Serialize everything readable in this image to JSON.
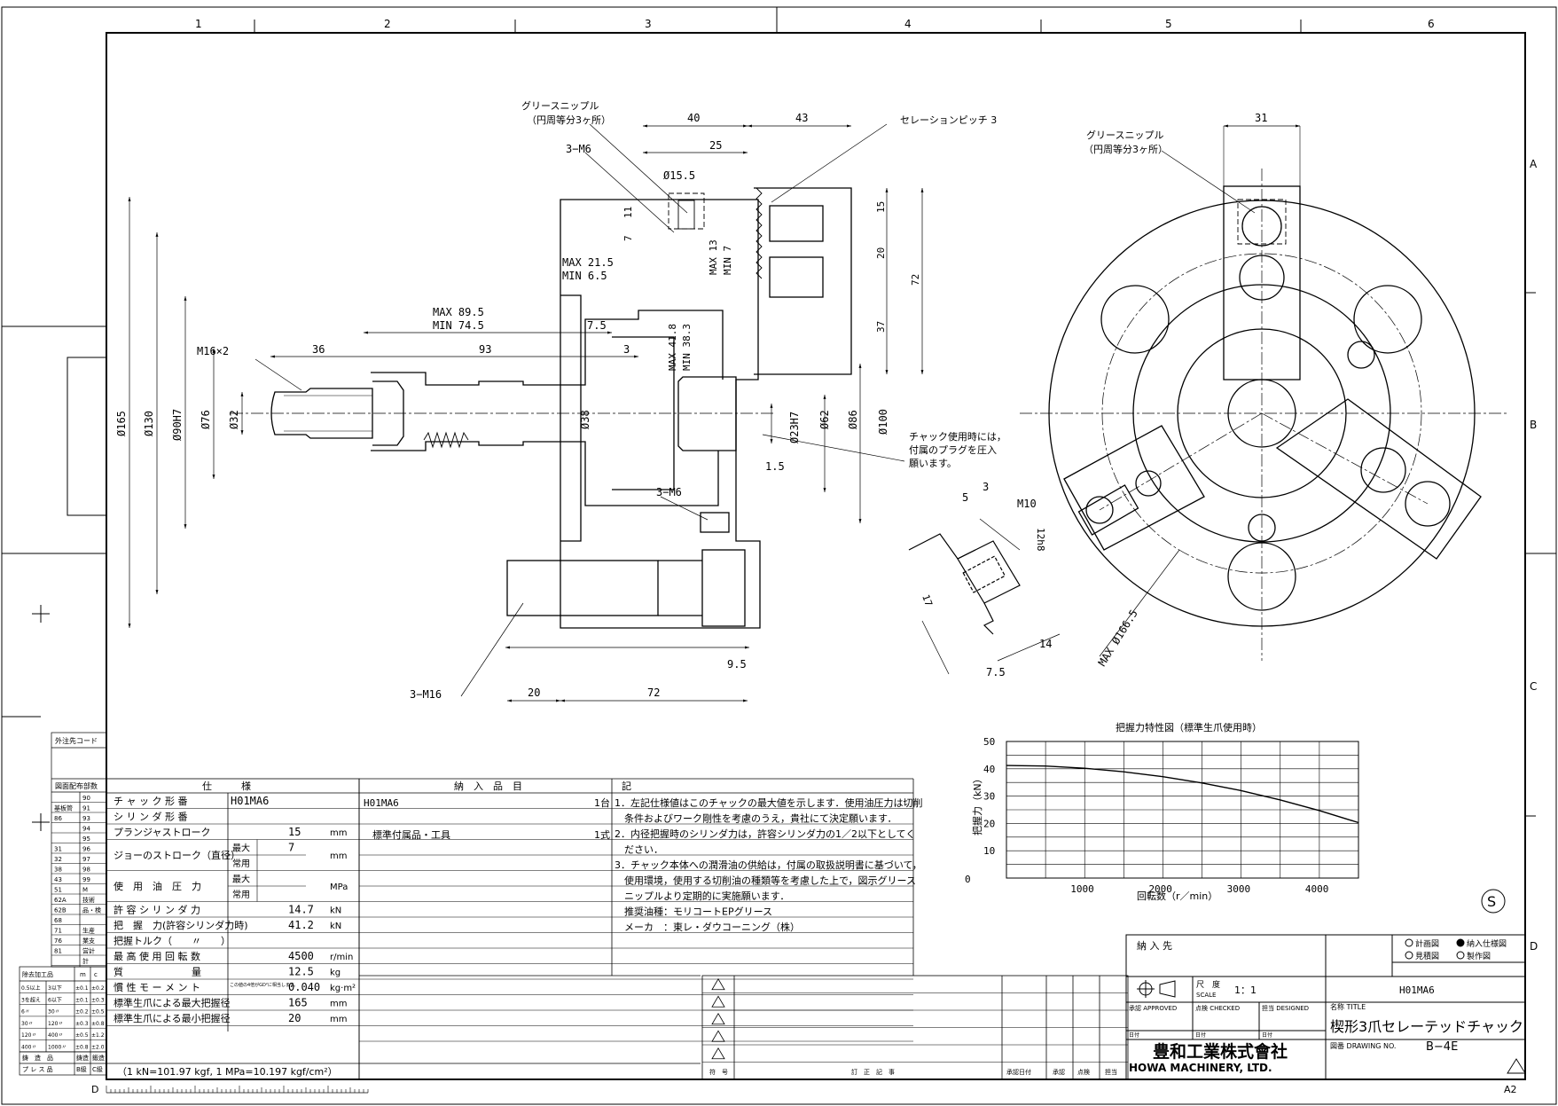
{
  "grid": {
    "cols": [
      "1",
      "2",
      "3",
      "4",
      "5",
      "6"
    ],
    "rows": [
      "A",
      "B",
      "C",
      "D"
    ]
  },
  "drawing": {
    "grease_nipple_left": [
      "グリースニップル",
      "（円周等分3ヶ所）"
    ],
    "grease_nipple_right": [
      "グリースニップル",
      "（円周等分3ヶ所）"
    ],
    "serration_pitch": "セレーションピッチ 3",
    "chuck_note": [
      "チャック使用時には，",
      "付属のプラグを圧入",
      "願います。"
    ],
    "dims": {
      "d40": "40",
      "d43": "43",
      "d25": "25",
      "d15_5": "Ø15.5",
      "m6_top": "3−M6",
      "d11": "11",
      "d7": "7",
      "max13": "MAX 13",
      "min7": "MIN 7",
      "d15": "15",
      "d20": "20",
      "d72v": "72",
      "d37": "37",
      "max21": "MAX 21.5",
      "min6": "MIN  6.5",
      "max89": "MAX 89.5",
      "min74": "MIN 74.5",
      "d7_5": "7.5",
      "m16x2": "M16×2",
      "d36": "36",
      "d93": "93",
      "d3": "3",
      "max41": "MAX 41.8",
      "min38": "MIN 38.3",
      "d165": "Ø165",
      "d130": "Ø130",
      "d90": "Ø90H7",
      "d76": "Ø76",
      "d32": "Ø32",
      "d38": "Ø38",
      "d23": "Ø23H7",
      "d62": "Ø62",
      "d86": "Ø86",
      "d100": "Ø100",
      "d1_5": "1.5",
      "m6_mid": "3−M6",
      "m16": "3−M16",
      "d20h": "20",
      "d72h": "72",
      "d9_5": "9.5",
      "d31": "31",
      "d5": "5",
      "d3b": "3",
      "m10": "M10",
      "d12h8": "12h8",
      "d17": "17",
      "d7_5b": "7.5",
      "d14": "14",
      "max166": "MAX Ø166.5"
    }
  },
  "chart_data": {
    "type": "line",
    "title": "把握力特性図（標準生爪使用時）",
    "xlabel": "回転数（r／min）",
    "ylabel": "把握力（kN）",
    "xlim": [
      0,
      4500
    ],
    "ylim": [
      0,
      50
    ],
    "xticks": [
      1000,
      2000,
      3000,
      4000
    ],
    "xtick_labels": [
      "1000",
      "2000",
      "3000",
      "4000"
    ],
    "origin_label": "0",
    "yticks": [
      10,
      20,
      30,
      40,
      50
    ],
    "ytick_labels": [
      "10",
      "20",
      "30",
      "40",
      "50"
    ],
    "grid": true,
    "series": [
      {
        "x": [
          0,
          500,
          1000,
          1500,
          2000,
          2500,
          3000,
          3500,
          4000,
          4500
        ],
        "y": [
          41.2,
          41.0,
          40.2,
          38.9,
          37.1,
          34.8,
          32.0,
          28.6,
          24.7,
          20.3
        ]
      }
    ]
  },
  "spec": {
    "header": "仕　　　様",
    "rows": [
      {
        "label": "チ ャ ッ ク 形 番",
        "value": "H01MA6",
        "unit": ""
      },
      {
        "label": "シ リ ン ダ 形 番",
        "value": "",
        "unit": ""
      },
      {
        "label": "プランジャストローク",
        "value": "15",
        "unit": "mm"
      },
      {
        "label": "ジョーのストローク（直径）",
        "sub1": "最大",
        "value": "7",
        "sub2": "常用",
        "unit": "mm"
      },
      {
        "label": "使　用　油　圧　力",
        "sub1": "最大",
        "sub2": "常用",
        "unit": "MPa"
      },
      {
        "label": "許 容 シ リ ン ダ 力",
        "value": "14.7",
        "unit": "kN"
      },
      {
        "label": "把　握　力(許容シリンダ力時)",
        "value": "41.2",
        "unit": "kN"
      },
      {
        "label": "把握トルク（　　〃　　）",
        "value": "",
        "unit": ""
      },
      {
        "label": "最 高 使 用 回 転 数",
        "value": "4500",
        "unit": "r/min"
      },
      {
        "label": "質　　　　　　　量",
        "value": "12.5",
        "unit": "kg"
      },
      {
        "label": "慣 性 モ ー メ ン ト",
        "note": "この値の4倍がGD²に相当します。",
        "value": "0.040",
        "unit": "kg·m²"
      },
      {
        "label": "標準生爪による最大把握径",
        "value": "165",
        "unit": "mm"
      },
      {
        "label": "標準生爪による最小把握径",
        "value": "20",
        "unit": "mm"
      }
    ],
    "footnote": "（1 kN=101.97 kgf, 1 MPa=10.197 kgf/cm²）"
  },
  "delivery": {
    "header": "納　入　品　目",
    "items": [
      {
        "name": "H01MA6",
        "qty": "1台"
      },
      {
        "name": "標準付属品・工具",
        "qty": "1式"
      }
    ]
  },
  "notes": {
    "header": "記",
    "lines": [
      "1．左記仕様値はこのチャックの最大値を示します．使用油圧力は切削",
      "　条件およびワーク剛性を考慮のうえ，貴社にて決定願います．",
      "2．内径把握時のシリンダ力は，許容シリンダ力の1／2以下としてく",
      "　ださい．",
      "3．チャック本体への潤滑油の供給は，付属の取扱説明書に基づいて，",
      "　使用環境，使用する切削油の種類等を考慮した上で，図示グリース",
      "　ニップルより定期的に実施願います．",
      "　推奨油種：モリコートEPグリース",
      "　メーカ　：東レ・ダウコーニング（株）"
    ]
  },
  "side_block": {
    "code_label": "外注先コード",
    "dist_label": "図面配布部数",
    "codes": [
      "90",
      "91",
      "93",
      "94",
      "95",
      "96",
      "97",
      "98",
      "99",
      "M",
      "技術",
      "品・検",
      "",
      "生産",
      "業支",
      "営計",
      "計"
    ],
    "left_codes": [
      "",
      "基板管",
      "86",
      "",
      "",
      "31",
      "32",
      "38",
      "43",
      "51",
      "62A",
      "62B",
      "68",
      "71",
      "76",
      "81",
      ""
    ],
    "tol_header": [
      "除去加工品",
      "m",
      "c"
    ],
    "tol_rows": [
      [
        "0.5以上",
        "3以下",
        "±0.1",
        "±0.2"
      ],
      [
        "3を超え",
        "6以下",
        "±0.1",
        "±0.3"
      ],
      [
        "6〃",
        "30〃",
        "±0.2",
        "±0.5"
      ],
      [
        "30〃",
        "120〃",
        "±0.3",
        "±0.8"
      ],
      [
        "120〃",
        "400〃",
        "±0.5",
        "±1.2"
      ],
      [
        "400〃",
        "1000〃",
        "±0.8",
        "±2.0"
      ]
    ],
    "tol_footer": [
      "鋳　造　品",
      "鋳造",
      "鍛造"
    ],
    "press": [
      "プ レ ス 品",
      "B級",
      "C級"
    ]
  },
  "revision": {
    "cols": [
      "符　号",
      "訂　正　記　事",
      "承認日付",
      "承認",
      "点検",
      "担当"
    ]
  },
  "title_block": {
    "customer_label": "納 入 先",
    "checks": [
      "計画図",
      "納入仕様図",
      "見積図",
      "製作図"
    ],
    "scale_label": "尺　度",
    "scale_en": "SCALE",
    "scale_value": "1：1",
    "approved": "承認 APPROVED",
    "checked": "点検 CHECKED",
    "designed": "担当 DESIGNED",
    "date": "日付",
    "model": "H01MA6",
    "name_label": "名称 TITLE",
    "name": "楔形3爪セレーテッドチャック",
    "drawing_no_label": "図番 DRAWING NO.",
    "drawing_no": "B−4E",
    "company_jp": "豊和工業株式會社",
    "company_en": "HOWA  MACHINERY,  LTD.",
    "sheet": "A2",
    "stamp": "S",
    "ruler_label": "D"
  }
}
